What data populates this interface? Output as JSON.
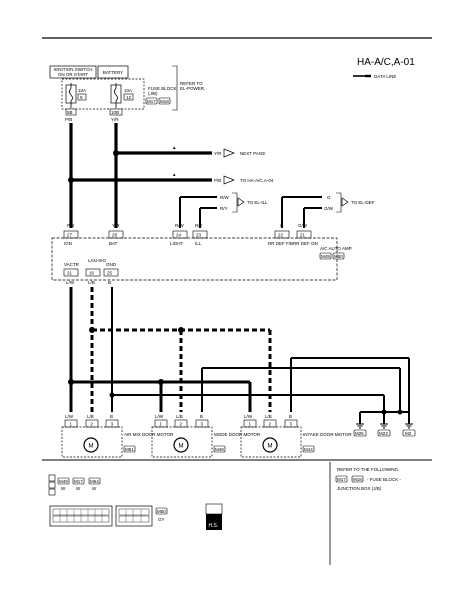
{
  "header": {
    "title": "HA-A/C,A-01",
    "data_line_label": "DATA LINE"
  },
  "power": {
    "ignition_label_1": "IGNITION SWITCH",
    "ignition_label_2": "ON OR START",
    "battery_label": "BATTERY",
    "fuse_left_amp": "10A",
    "fuse_left_num": "9",
    "fuse_right_amp": "10A",
    "fuse_right_num": "12",
    "fuse_block_1": "FUSE BLOCK",
    "fuse_block_2": "(J/B)",
    "conn_m17": "M17",
    "conn_m18": "M18",
    "refer_1": "REFER TO",
    "refer_2": "EL-POWER.",
    "conn_5b": "5B",
    "conn_10b": "10B",
    "wire_pb": "P/B",
    "wire_yr": "Y/R"
  },
  "branches": {
    "next_page": "NEXT PAGE",
    "to_ha04": "TO HA-A/C,A-04",
    "to_el_ill": "TO EL-ILL",
    "to_el_def": "TO EL-DEF",
    "wire_rw": "R/W",
    "wire_ry": "R/Y",
    "wire_g": "G",
    "wire_gw": "G/W"
  },
  "amp": {
    "name_1": "A/C AUTO AMP.",
    "conn_m49": "M49",
    "conn_m50": "M50",
    "pins": [
      {
        "wire": "P/B",
        "pin": "27",
        "label": "IGN"
      },
      {
        "wire": "Y/R",
        "pin": "28",
        "label": "BAT"
      },
      {
        "wire": "R/W",
        "pin": "24",
        "label": "LIGHT"
      },
      {
        "wire": "R/Y",
        "pin": "23",
        "label": "ILL"
      },
      {
        "wire": "G",
        "pin": "22",
        "label": "RR DEF F/B"
      },
      {
        "wire": "G/W",
        "pin": "21",
        "label": "RR DEF ON"
      }
    ],
    "bottom_pins": [
      {
        "label": "VACTR",
        "pin": "21",
        "wire": "L/W"
      },
      {
        "label": "LAN-SIG",
        "pin": "16",
        "wire": "L/B"
      },
      {
        "label": "GND",
        "pin": "25",
        "wire": "B"
      }
    ]
  },
  "motors": [
    {
      "name": "AIR MIX DOOR MOTOR",
      "conn": "M51",
      "wires": [
        "L/W",
        "L/B",
        "B"
      ],
      "pins": [
        "1",
        "2",
        "3"
      ]
    },
    {
      "name": "MODE DOOR MOTOR",
      "conn": "M48",
      "wires": [
        "L/W",
        "L/B",
        "B"
      ],
      "pins": [
        "1",
        "2",
        "3"
      ]
    },
    {
      "name": "INTAKE DOOR MOTOR",
      "conn": "M44",
      "wires": [
        "L/W",
        "L/B",
        "B"
      ],
      "pins": [
        "1",
        "2",
        "3"
      ]
    }
  ],
  "grounds": [
    "M25",
    "M23",
    "M2"
  ],
  "legend": {
    "conn_m49": "M49",
    "conn_m17": "M17",
    "conn_m54": "M54",
    "color": "W",
    "ref_1": "REFER TO THE FOLLOWING.",
    "ref_m17": "M17",
    "ref_m18": "M18",
    "ref_2": "- FUSE BLOCK -",
    "ref_3": "JUNCTION BOX (J/B)",
    "conn_m50": "M50",
    "gy": "GY",
    "hs": "H.S."
  }
}
